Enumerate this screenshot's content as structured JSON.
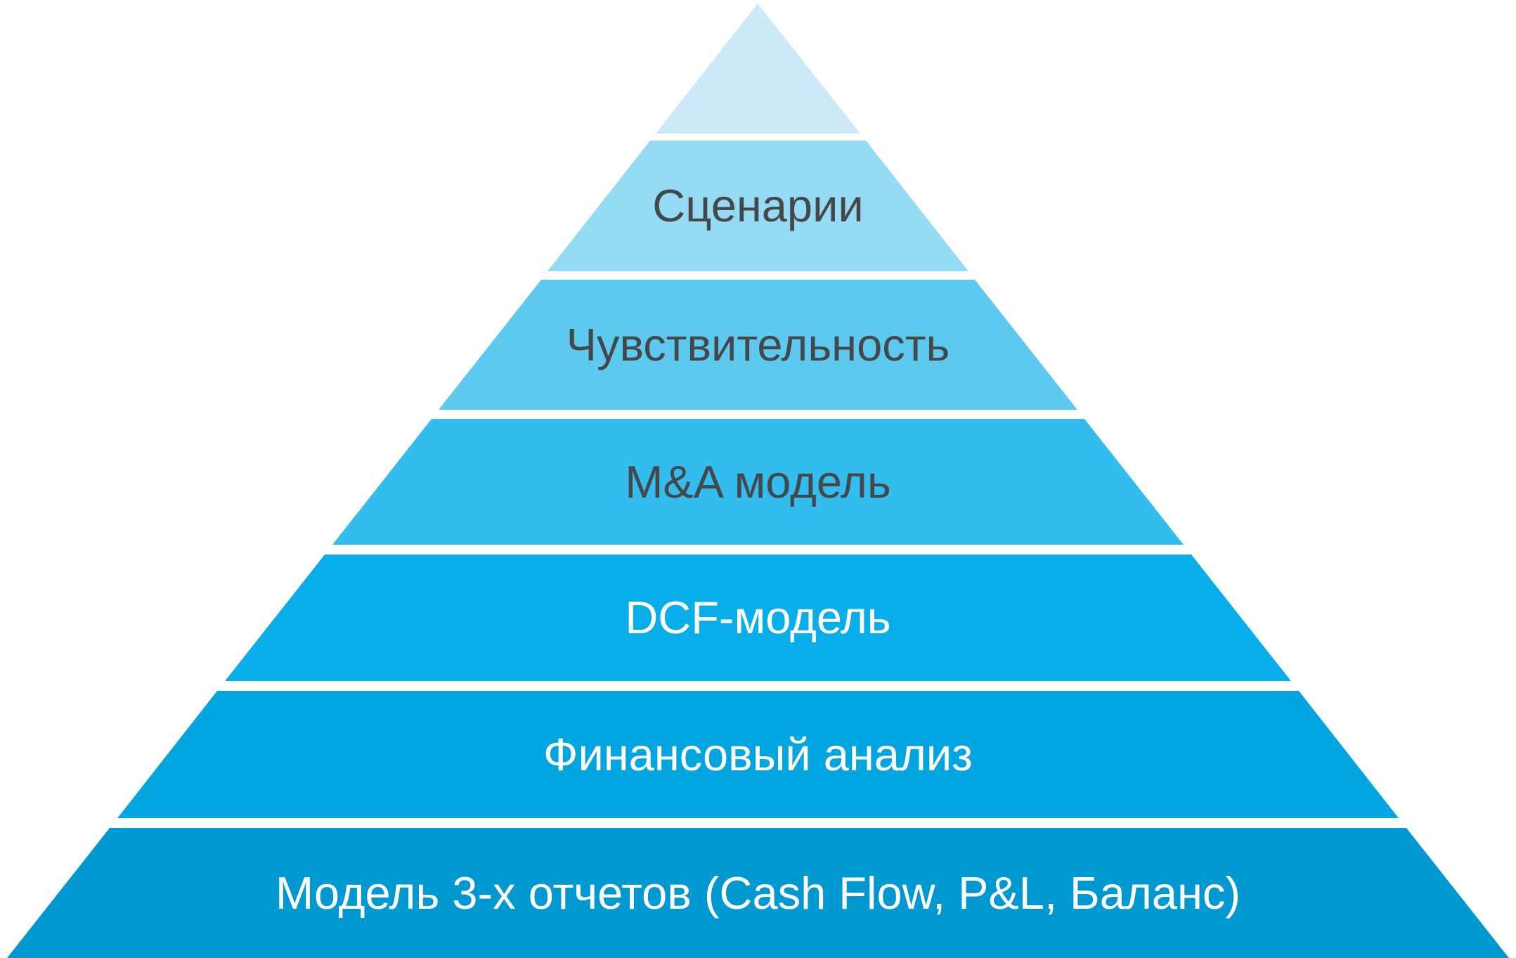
{
  "pyramid": {
    "background_color": "#ffffff",
    "separator_color": "#ffffff",
    "levels": [
      {
        "label": "",
        "color": "#cbe9f6",
        "text_color": ""
      },
      {
        "label": "Сценарии",
        "color": "#94dbf3",
        "text_color": "#45484a"
      },
      {
        "label": "Чувствительность",
        "color": "#5ec9ef",
        "text_color": "#45484a"
      },
      {
        "label": "M&A модель",
        "color": "#33bcee",
        "text_color": "#45484a"
      },
      {
        "label": "DCF-модель",
        "color": "#07aee9",
        "text_color": "#ffffff"
      },
      {
        "label": "Финансовый анализ",
        "color": "#01a6e1",
        "text_color": "#ffffff"
      },
      {
        "label": "Модель 3-х отчетов (Cash Flow, P&L, Баланс)",
        "color": "#0098d1",
        "text_color": "#ffffff"
      }
    ]
  }
}
